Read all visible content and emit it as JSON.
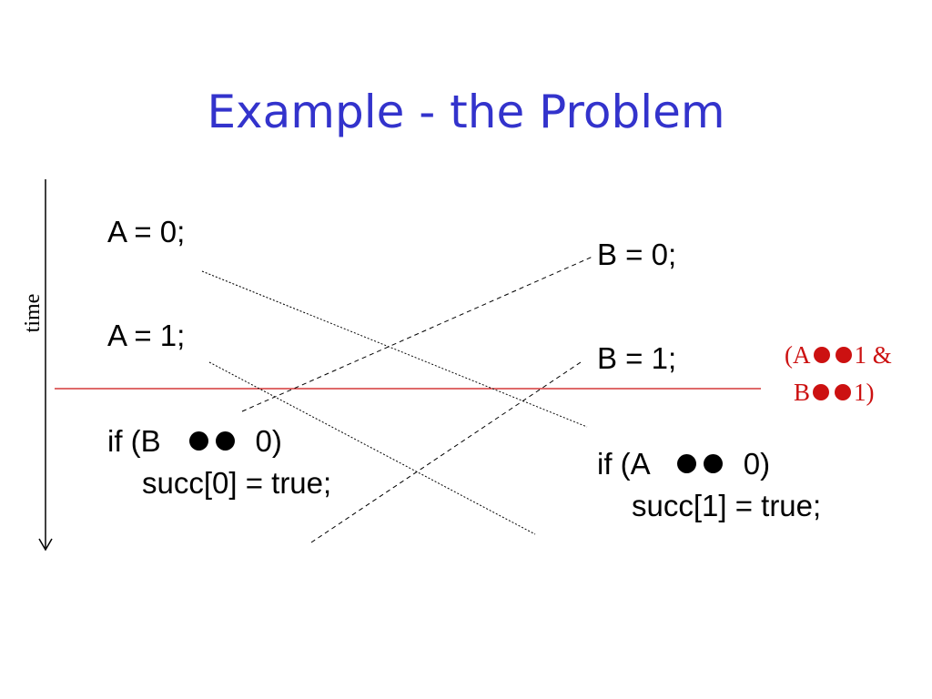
{
  "title": "Example - the Problem",
  "time_axis": {
    "label": "time"
  },
  "thread0": {
    "line1": "A = 0;",
    "line2": "A = 1;",
    "cond_prefix": "if (B",
    "cond_suffix": "0)",
    "body": "succ[0] = true;"
  },
  "thread1": {
    "line1": "B = 0;",
    "line2": "B = 1;",
    "cond_prefix": "if (A",
    "cond_suffix": "0)",
    "body": "succ[1] = true;"
  },
  "note": {
    "l1_prefix": "(A",
    "l1_suffix": "1 &",
    "l2_prefix": "B",
    "l2_suffix": "1)"
  },
  "colors": {
    "title": "#3333cc",
    "note": "#cc1111",
    "divider": "#cc1111"
  }
}
